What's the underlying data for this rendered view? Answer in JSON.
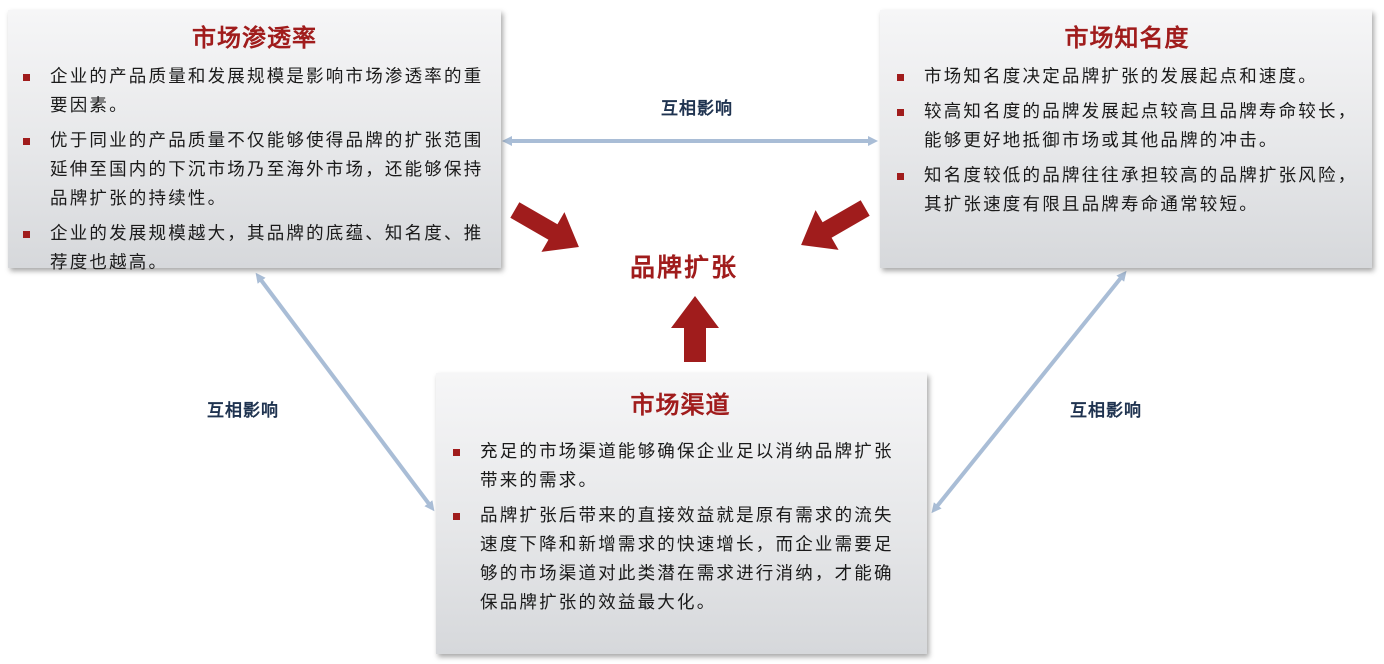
{
  "center": {
    "label": "品牌扩张"
  },
  "penetration": {
    "title": "市场渗透率",
    "bullets": [
      "企业的产品质量和发展规模是影响市场渗透率的重要因素。",
      "优于同业的产品质量不仅能够使得品牌的扩张范围延伸至国内的下沉市场乃至海外市场，还能够保持品牌扩张的持续性。",
      "企业的发展规模越大，其品牌的底蕴、知名度、推荐度也越高。"
    ]
  },
  "awareness": {
    "title": "市场知名度",
    "bullets": [
      "市场知名度决定品牌扩张的发展起点和速度。",
      "较高知名度的品牌发展起点较高且品牌寿命较长，能够更好地抵御市场或其他品牌的冲击。",
      "知名度较低的品牌往往承担较高的品牌扩张风险，其扩张速度有限且品牌寿命通常较短。"
    ]
  },
  "channel": {
    "title": "市场渠道",
    "bullets": [
      "充足的市场渠道能够确保企业足以消纳品牌扩张带来的需求。",
      "品牌扩张后带来的直接效益就是原有需求的流失速度下降和新增需求的快速增长，而企业需要足够的市场渠道对此类潜在需求进行消纳，才能确保品牌扩张的效益最大化。"
    ]
  },
  "relations": {
    "top": "互相影响",
    "left": "互相影响",
    "right": "互相影响"
  },
  "colors": {
    "accent_red": "#a01c1c",
    "connector_blue": "#a9bdd6",
    "label_navy": "#1f3350"
  }
}
